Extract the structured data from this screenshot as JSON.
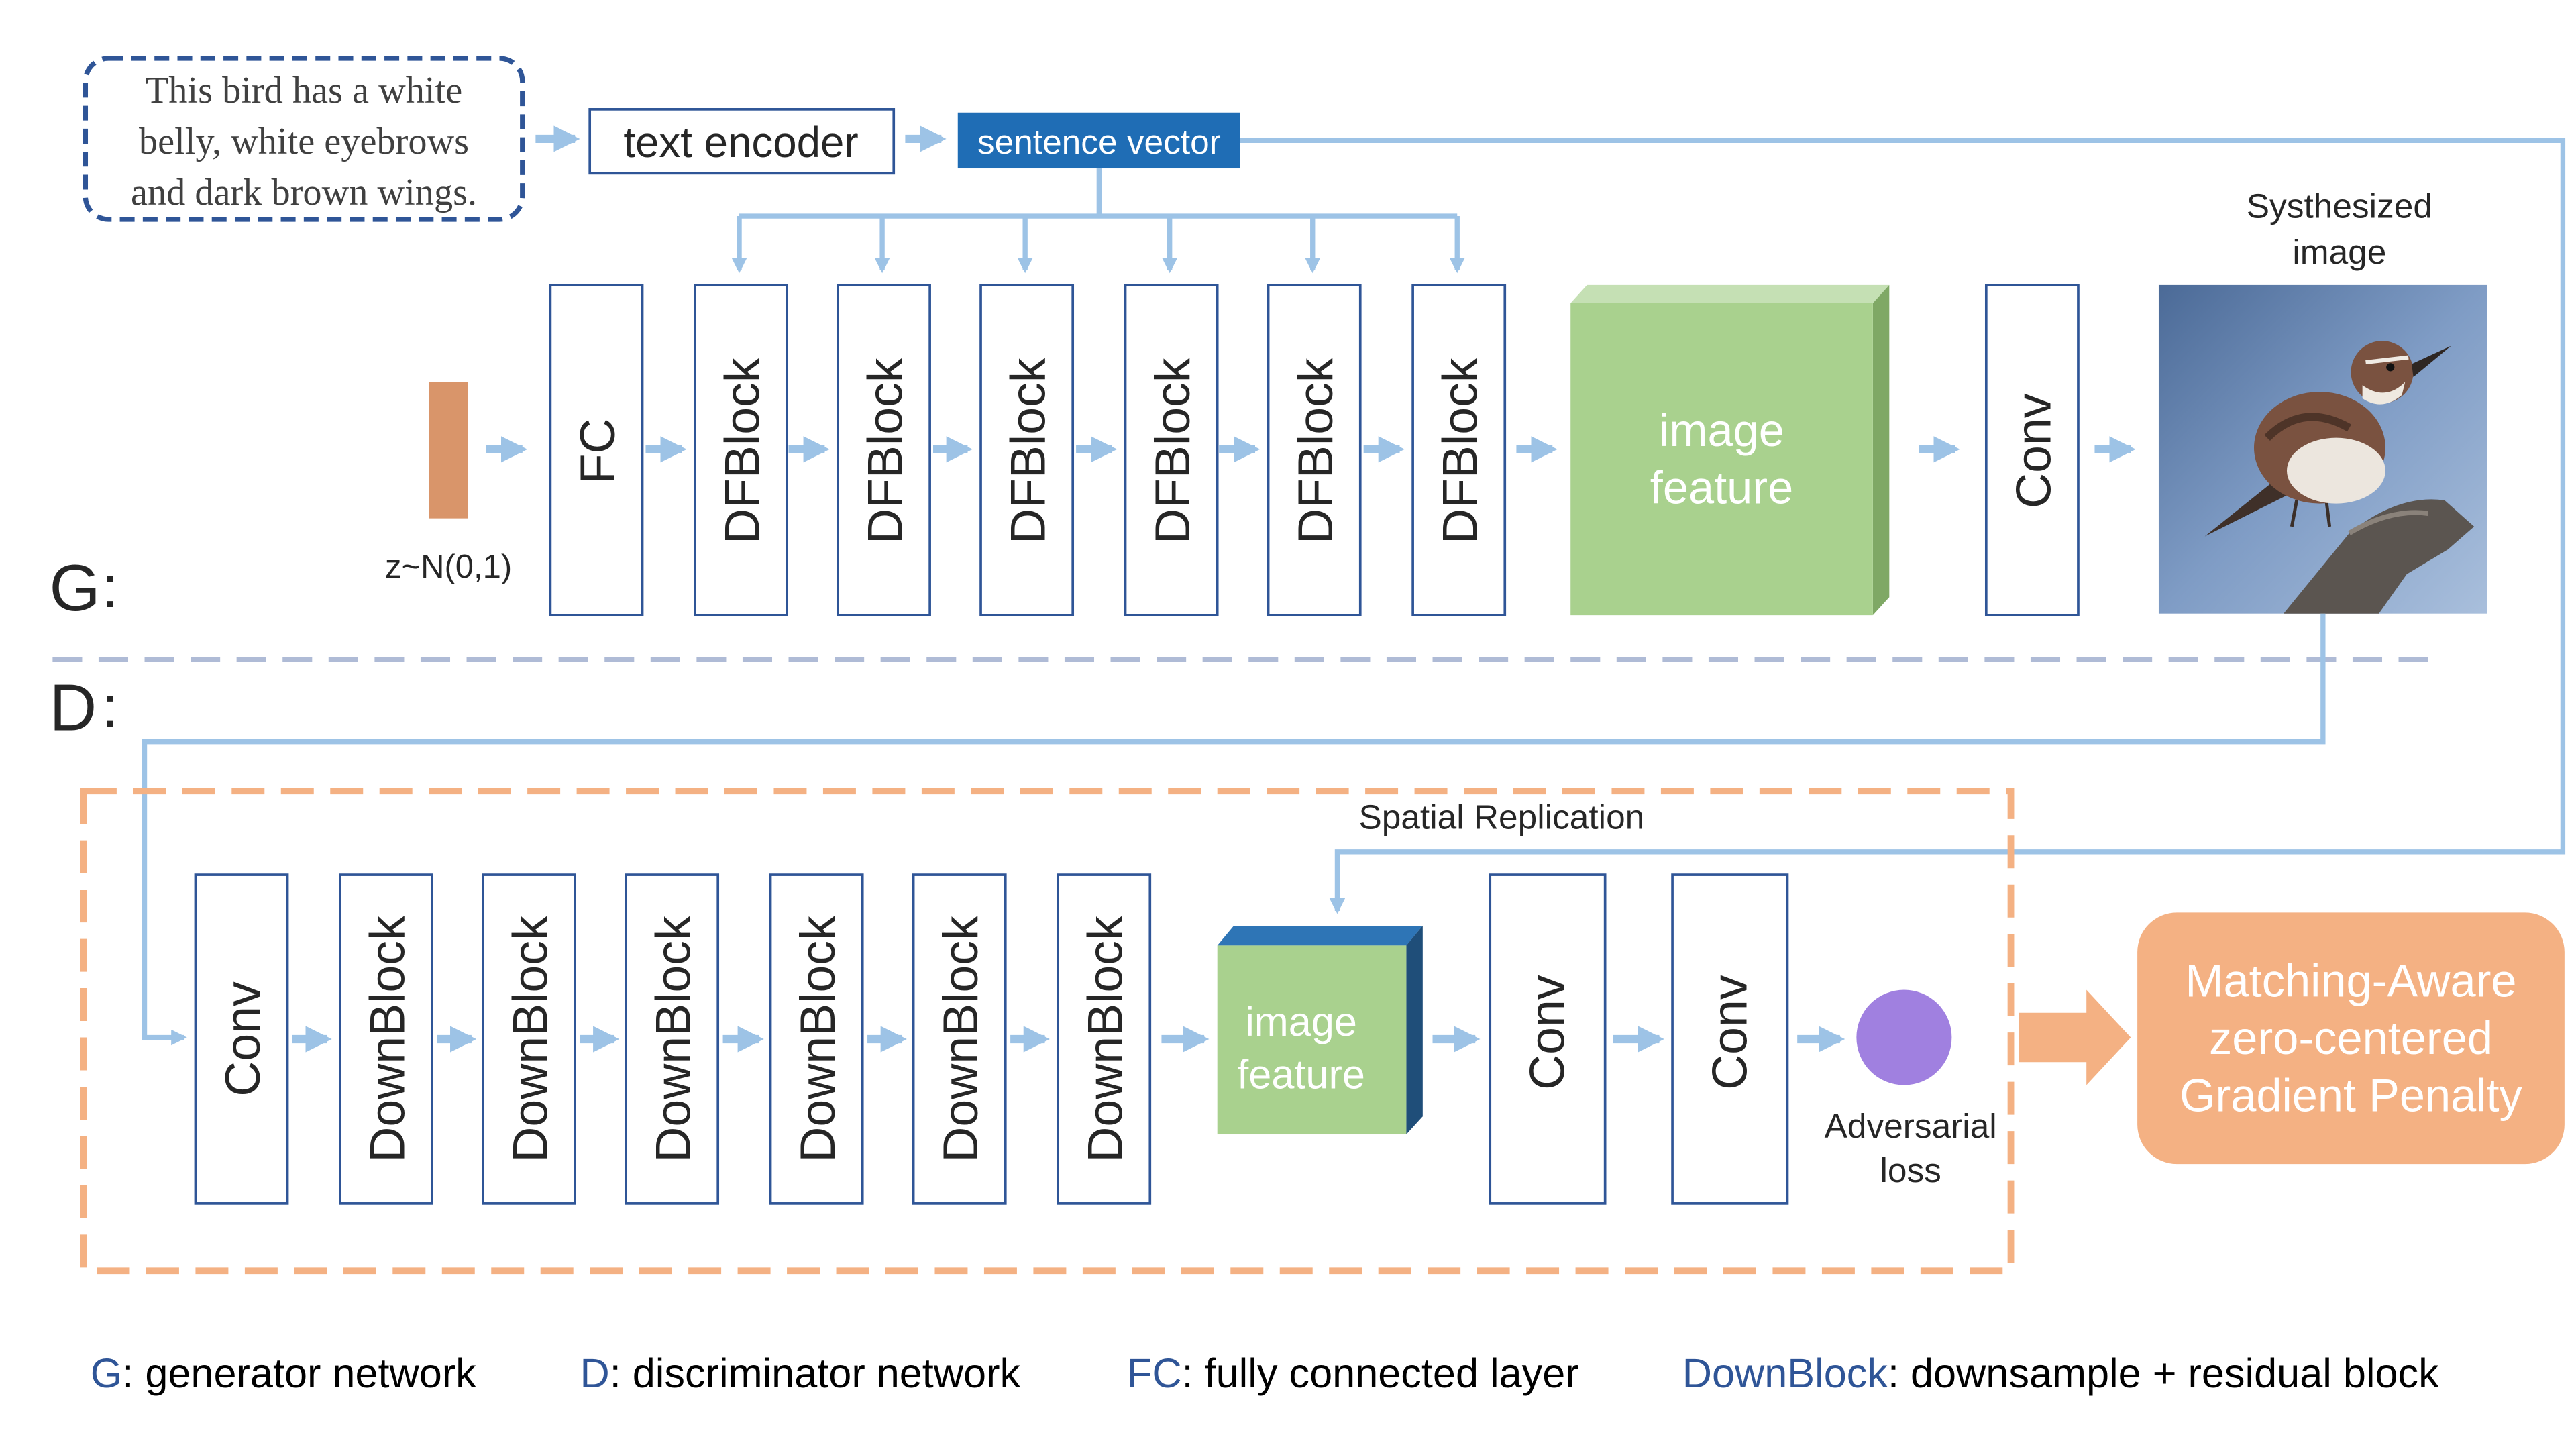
{
  "caption": {
    "lines": [
      "This bird has a white",
      "belly, white eyebrows",
      "and dark brown wings."
    ]
  },
  "text_encoder": "text encoder",
  "sentence_vector": "sentence vector",
  "generator": {
    "label": "G",
    "noise_label": "z~N(0,1)",
    "fc": "FC",
    "blocks": [
      "DFBlock",
      "DFBlock",
      "DFBlock",
      "DFBlock",
      "DFBlock",
      "DFBlock"
    ],
    "feature_lines": [
      "image",
      "feature"
    ],
    "conv": "Conv",
    "output_title": [
      "Systhesized",
      "image"
    ],
    "bird_image_icon": "bird-photo"
  },
  "discriminator": {
    "label": "D",
    "conv": "Conv",
    "blocks": [
      "DownBlock",
      "DownBlock",
      "DownBlock",
      "DownBlock",
      "DownBlock",
      "DownBlock"
    ],
    "spatial_replication": "Spatial Replication",
    "feature_lines": [
      "image",
      "feature"
    ],
    "conv2": "Conv",
    "conv3": "Conv",
    "loss_lines": [
      "Adversarial",
      "loss"
    ]
  },
  "penalty_lines": [
    "Matching-Aware",
    "zero-centered",
    "Gradient Penalty"
  ],
  "legend": [
    {
      "key": "G",
      "text": ": generator network"
    },
    {
      "key": "D",
      "text": ": discriminator network"
    },
    {
      "key": "FC",
      "text": ": fully connected layer"
    },
    {
      "key": "DownBlock",
      "text": ": downsample + residual block"
    }
  ],
  "colors": {
    "arrow": "#9DC3E6",
    "box_border": "#2F5597",
    "sentence_fill": "#1F6DB5",
    "feature_green": "#A9D18E",
    "noise_orange": "#D9956A",
    "dashed_orange": "#F4B183",
    "penalty_fill": "#F4B183",
    "loss_purple": "#A080E0",
    "divider": "#AFBBD6"
  }
}
